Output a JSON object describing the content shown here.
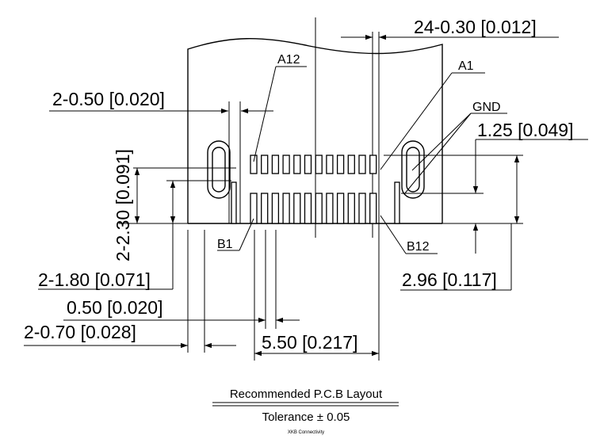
{
  "dimensions": {
    "pitch": "24-0.30 [0.012]",
    "pad_width": "2-0.50 [0.020]",
    "pad_length": "2-2.30 [0.091]",
    "gnd_offset": "1.25 [0.049]",
    "row_span": "2.96 [0.117]",
    "slot_length": "2-1.80 [0.071]",
    "pin_gap": "0.50 [0.020]",
    "slot_width": "2-0.70 [0.028]",
    "pad_span": "5.50 [0.217]"
  },
  "pins": {
    "a12": "A12",
    "a1": "A1",
    "gnd": "GND",
    "b1": "B1",
    "b12": "B12"
  },
  "caption": {
    "title": "Recommended P.C.B Layout",
    "tolerance": "Tolerance ± 0.05",
    "brand": "XKB  Connectivity"
  }
}
